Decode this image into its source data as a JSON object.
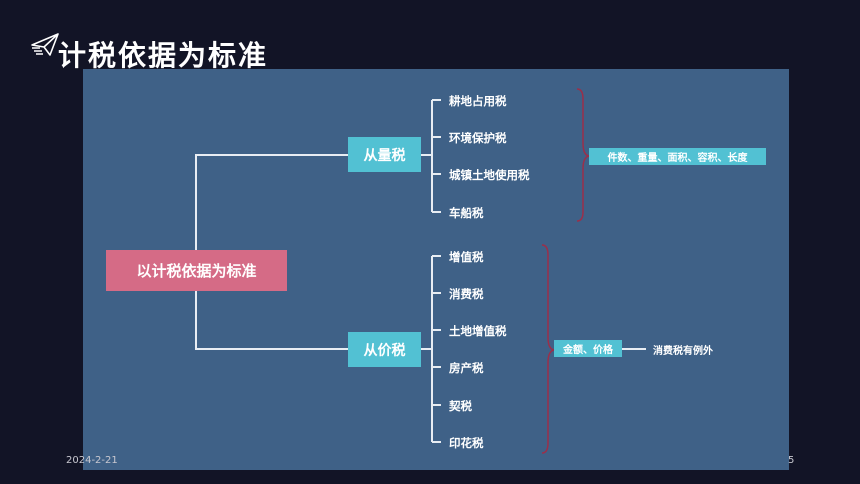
{
  "title": "计税依据为标准",
  "root": "以计税依据为标准",
  "branches": [
    {
      "label": "从量税",
      "items": [
        "耕地占用税",
        "环境保护税",
        "城镇土地使用税",
        "车船税"
      ],
      "basis": "件数、重量、面积、容积、长度"
    },
    {
      "label": "从价税",
      "items": [
        "增值税",
        "消费税",
        "土地增值税",
        "房产税",
        "契税",
        "印花税"
      ],
      "basis": "金额、价格",
      "exception": "消费税有例外"
    }
  ],
  "footer": {
    "date": "2024-2-21",
    "page": "5"
  }
}
